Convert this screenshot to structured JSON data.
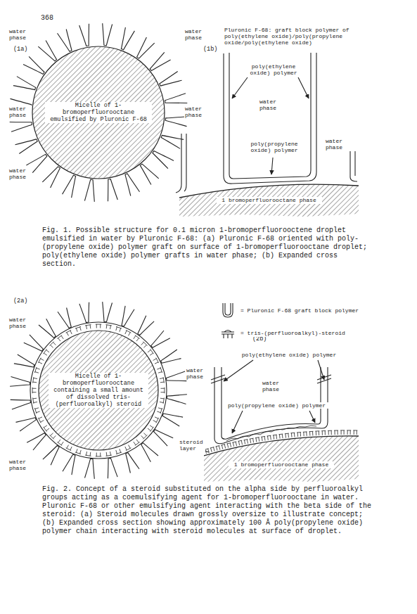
{
  "diagram": {
    "nodes": [
      {
        "text": [
          "Micelle of 1-bromoperfluorooctane emulsified by Pluronic F-68"
        ]
      },
      {
        "text": [
          "1 bromoperfluorooctane phase"
        ]
      },
      {
        "text": [
          "Micelle of 1-bromoperfluorooctane containing a small amount of dissolved tris-(perfluoroalkyl) steroid"
        ]
      },
      {
        "text": [
          "1 bromoperfluorooctane phase"
        ]
      }
    ],
    "labels": [
      "368",
      "water phase",
      "(1a)",
      "water phase",
      "(1b)",
      "Pluronic F-68: graft block polymer of poly(ethylene oxide)/poly(propylene oxide/poly(ethylene oxide)",
      "water phase",
      "water phase",
      "poly(ethylene oxide) polymer",
      "water phase",
      "poly(propylene oxide) polymer",
      "water phase",
      "water phase",
      "Fig. 1. Possible structure for 0.1 micron 1-bromoperfluorooctene droplet emulsified in water by Pluronic F-68: (a) Pluronic F-68 oriented with poly-(propylene oxide) polymer graft on surface of 1-bromoperfluorooctane droplet; poly(ethylene oxide) polymer grafts in water phase; (b) Expanded cross section.",
      "(2a)",
      "water phase",
      "(2b)",
      "poly(ethylene oxide) polymer",
      "water phase",
      "water phase",
      "poly(propylene oxide) polymer",
      "water phase",
      "steroid layer",
      "Fig. 2. Concept of a steroid substituted on the alpha side by perfluoroalkyl groups acting as a coemulsifying agent for 1-bromoperfluorooctane in water. Pluronic F-68 or other emulsifying agent interacting with the beta side of the steroid: (a) Steroid molecules drawn grossly oversize to illustrate concept; (b) Expanded cross section showing approximately 100 Å poly(propylene oxide) polymer chain interacting with steroid molecules at surface of droplet."
    ],
    "legend": [
      {
        "text": "= Pluronic F-68 graft block polymer"
      },
      {
        "text": "= tris-(perfluoroalkyl)-steroid"
      }
    ]
  }
}
